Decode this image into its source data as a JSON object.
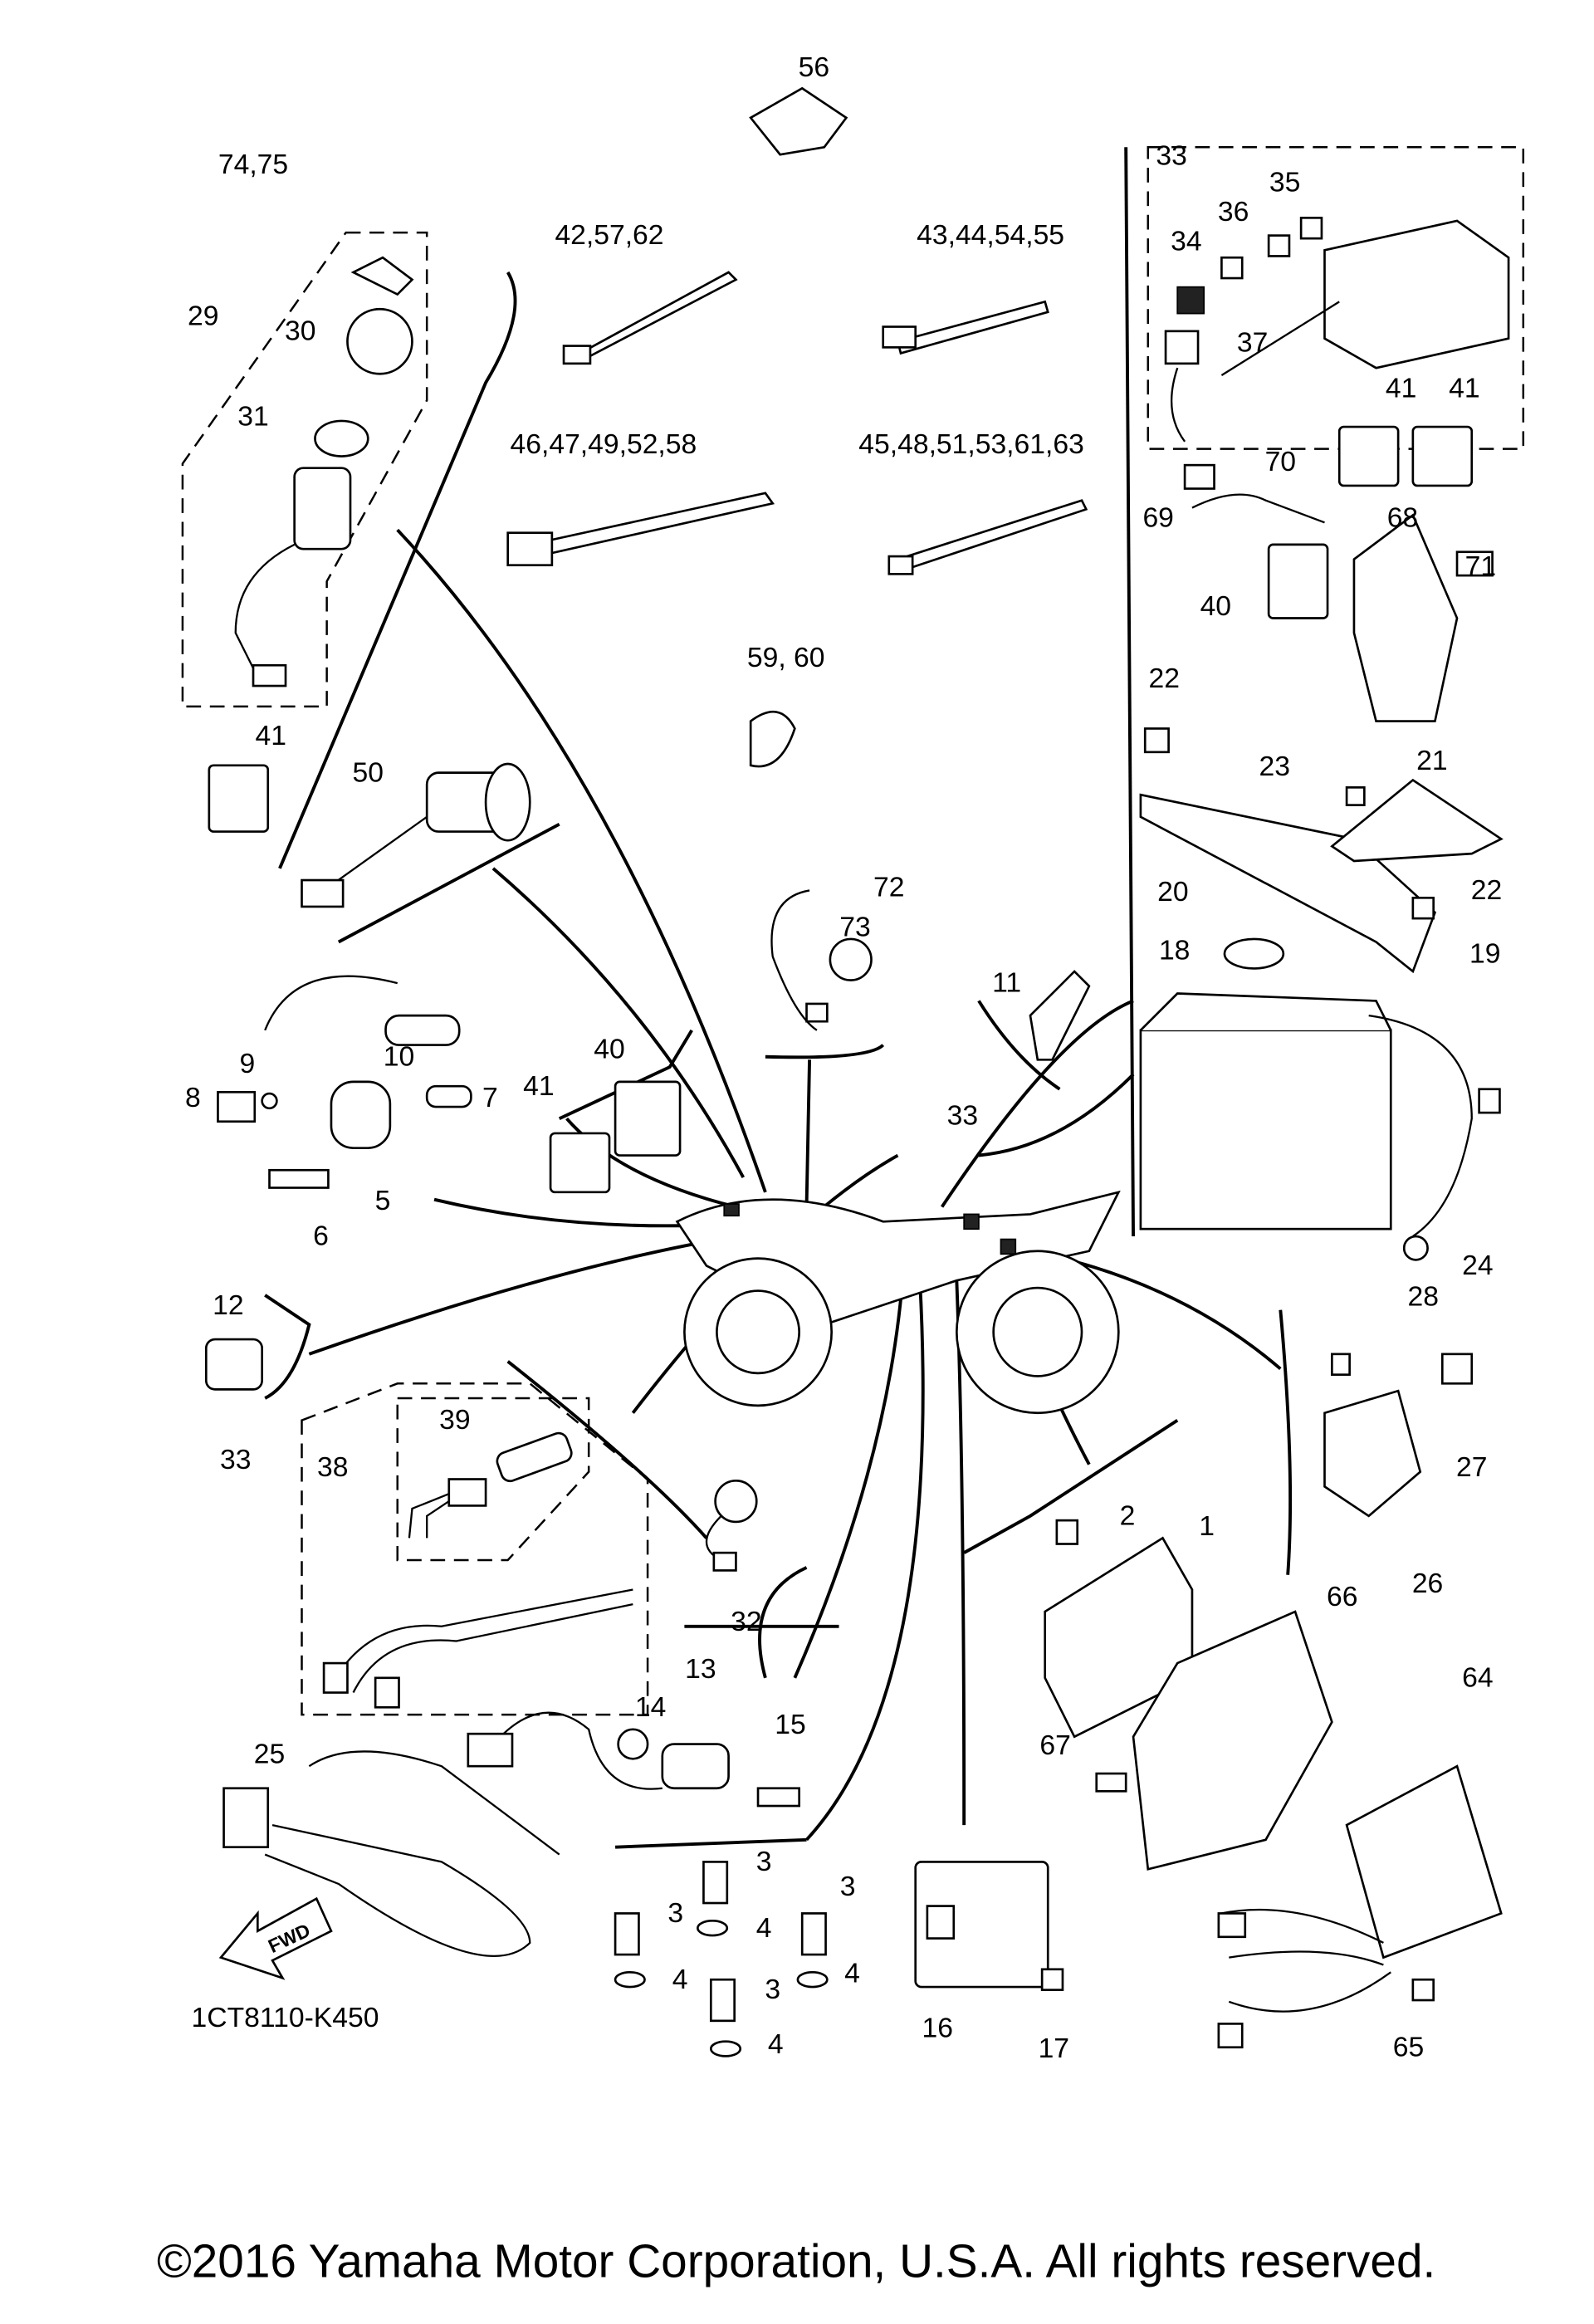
{
  "diagram": {
    "title": "Electrical parts diagram",
    "labels": [
      "56",
      "74,75",
      "29",
      "30",
      "31",
      "41",
      "42,57,62",
      "43,44,54,55",
      "46,47,49,52,58",
      "45,48,51,53,61,63",
      "59, 60",
      "50",
      "72",
      "73",
      "10",
      "9",
      "8",
      "7",
      "5",
      "6",
      "41",
      "40",
      "11",
      "33",
      "12",
      "39",
      "33",
      "38",
      "32",
      "13",
      "14",
      "15",
      "25",
      "3",
      "3",
      "3",
      "3",
      "4",
      "4",
      "4",
      "4",
      "16",
      "17",
      "2",
      "1",
      "66",
      "67",
      "64",
      "65",
      "28",
      "27",
      "26",
      "24",
      "18",
      "20",
      "19",
      "22",
      "22",
      "23",
      "21",
      "69",
      "70",
      "68",
      "71",
      "40",
      "41",
      "41",
      "33",
      "35",
      "36",
      "34",
      "37"
    ],
    "diagram_code": "1CT8110-K450",
    "fwd_label": "FWD",
    "copyright": "©2016 Yamaha Motor Corporation, U.S.A. All rights reserved."
  }
}
